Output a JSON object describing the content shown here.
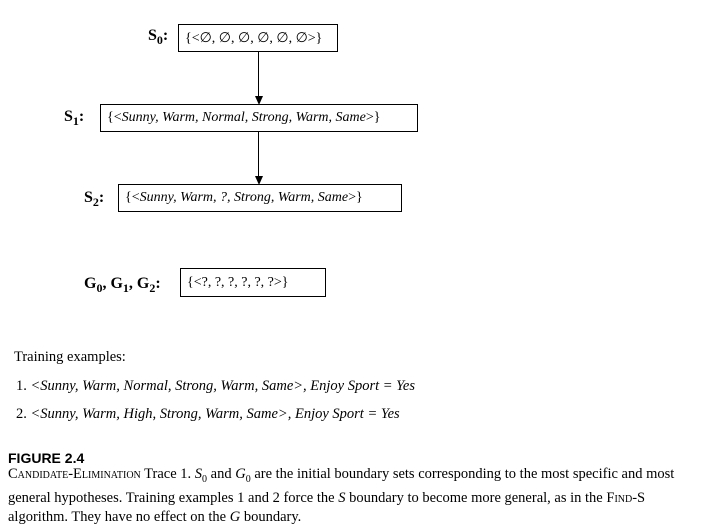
{
  "diagram": {
    "s0": {
      "sym": "S",
      "sub": "0",
      "colon": ":",
      "set": "{<∅, ∅, ∅, ∅, ∅, ∅>}"
    },
    "s1": {
      "sym": "S",
      "sub": "1",
      "colon": ":",
      "open": "{<",
      "body": "Sunny, Warm, Normal, Strong, Warm, Same",
      "close": ">}"
    },
    "s2": {
      "sym": "S",
      "sub": "2",
      "colon": ":",
      "open": "{<",
      "body": "Sunny, Warm, ?, Strong, Warm, Same",
      "close": ">}"
    },
    "g": {
      "g0": "G",
      "g0sub": "0",
      "sep1": ", ",
      "g1": "G",
      "g1sub": "1",
      "sep2": ", ",
      "g2": "G",
      "g2sub": "2",
      "colon": ":",
      "set": "{<?, ?, ?, ?, ?, ?>}"
    }
  },
  "examples": {
    "heading": "Training examples:",
    "items": [
      {
        "num": "1.",
        "text": "<Sunny, Warm, Normal, Strong, Warm, Same>, Enjoy Sport = Yes"
      },
      {
        "num": "2.",
        "text": "<Sunny, Warm, High, Strong, Warm, Same>, Enjoy Sport = Yes"
      }
    ]
  },
  "figure": {
    "title": "FIGURE 2.4",
    "caption_lead": "Candidate-Elimination",
    "caption_1": " Trace 1. ",
    "cap_s0": "S",
    "cap_s0sub": "0",
    "cap_and": " and ",
    "cap_g0": "G",
    "cap_g0sub": "0",
    "caption_2": " are the initial boundary sets corresponding to the most specific and most general hypotheses. Training examples 1 and 2 force the ",
    "cap_s": "S",
    "caption_3": " boundary to become more general, as in the ",
    "cap_finds": "Find-S",
    "caption_4": " algorithm. They have no effect on the ",
    "cap_g": "G",
    "caption_5": " boundary."
  }
}
